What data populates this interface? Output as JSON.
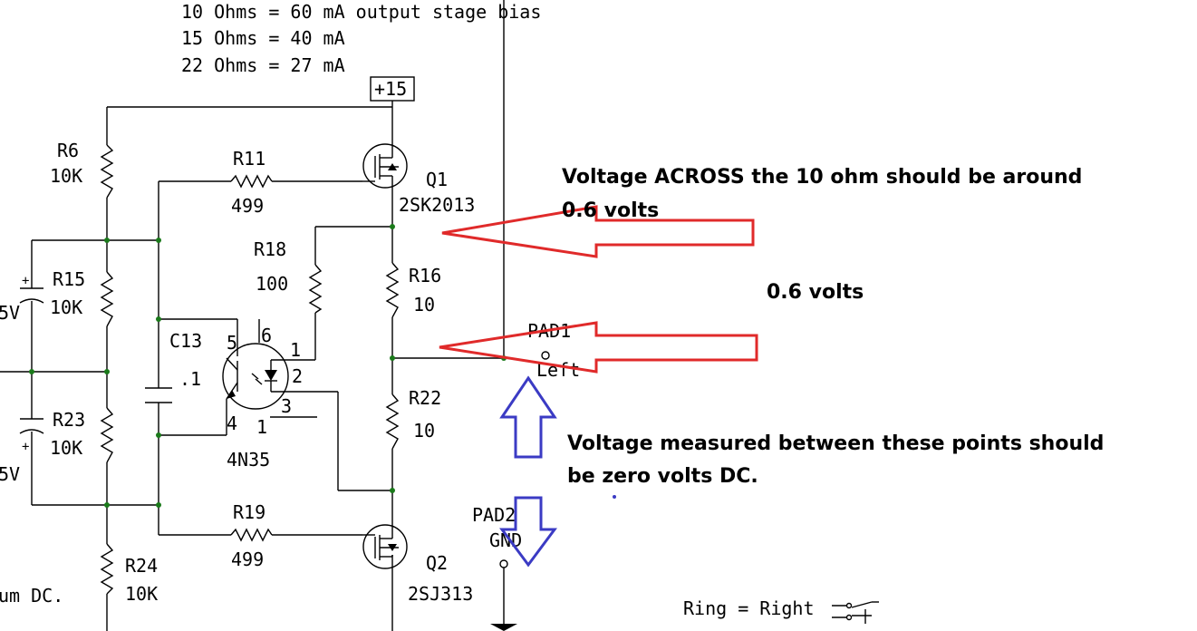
{
  "notes": {
    "line1": "10 Ohms = 60 mA output stage bias",
    "line2": "15 Ohms = 40 mA",
    "line3": "22 Ohms = 27 mA"
  },
  "supply": "+15",
  "components": {
    "r6": {
      "ref": "R6",
      "value": "10K"
    },
    "r11": {
      "ref": "R11",
      "value": "499"
    },
    "r15": {
      "ref": "R15",
      "value": "10K"
    },
    "r16": {
      "ref": "R16",
      "value": "10"
    },
    "r18": {
      "ref": "R18",
      "value": "100"
    },
    "r19": {
      "ref": "R19",
      "value": "499"
    },
    "r22": {
      "ref": "R22",
      "value": "10"
    },
    "r23": {
      "ref": "R23",
      "value": "10K"
    },
    "r24": {
      "ref": "R24",
      "value": "10K"
    },
    "c13": {
      "ref": "C13",
      "value": ".1"
    },
    "q1": {
      "ref": "Q1",
      "part": "2SK2013"
    },
    "q2": {
      "ref": "Q2",
      "part": "2SJ313"
    },
    "u1": {
      "part": "4N35",
      "pin1": "1",
      "pin2": "2",
      "pin3": "3",
      "pin4": "4",
      "pin5": "5",
      "pin6": "6",
      "pin1b": "1"
    },
    "pad1": {
      "ref": "PAD1",
      "net": "Left"
    },
    "pad2": {
      "ref": "PAD2",
      "net": "GND"
    }
  },
  "edge_text": {
    "v1": "5V",
    "v2": "5V",
    "dc": "um DC.",
    "ring": "Ring = Right"
  },
  "annotations": {
    "across_line1": "Voltage ACROSS the 10 ohm should be around",
    "across_line2": "0.6 volts",
    "mid": "0.6 volts",
    "zero_line1": "Voltage measured between these points should",
    "zero_line2": "be zero volts DC."
  },
  "colors": {
    "red_arrow": "#e02a2a",
    "blue_arrow": "#3b3bc4",
    "junction": "#1a7a1a"
  }
}
